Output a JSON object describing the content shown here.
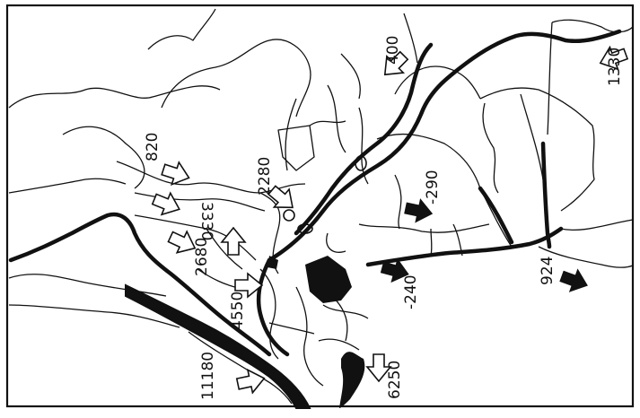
{
  "map": {
    "colors": {
      "ink": "#111111",
      "paper": "#ffffff"
    },
    "flow_labels": [
      {
        "id": "flow-820",
        "text": "820",
        "direction": "in"
      },
      {
        "id": "flow-3330",
        "text": "3330",
        "direction": "in"
      },
      {
        "id": "flow-2680",
        "text": "2680",
        "direction": "in"
      },
      {
        "id": "flow-2280",
        "text": "2280",
        "direction": "in"
      },
      {
        "id": "flow-400",
        "text": "400",
        "direction": "in"
      },
      {
        "id": "flow-1330",
        "text": "1330",
        "direction": "in"
      },
      {
        "id": "flow-4550",
        "text": "4550",
        "direction": "in"
      },
      {
        "id": "flow-11180",
        "text": "11180",
        "direction": "in"
      },
      {
        "id": "flow-6250",
        "text": "6250",
        "direction": "in"
      },
      {
        "id": "flow-minus290",
        "text": "-290",
        "direction": "out"
      },
      {
        "id": "flow-minus240",
        "text": "-240",
        "direction": "out"
      },
      {
        "id": "flow-924",
        "text": "924",
        "direction": "out"
      }
    ],
    "legend_icons": {
      "inflow": "hollow-arrow-icon",
      "outflow": "filled-arrow-icon"
    }
  }
}
